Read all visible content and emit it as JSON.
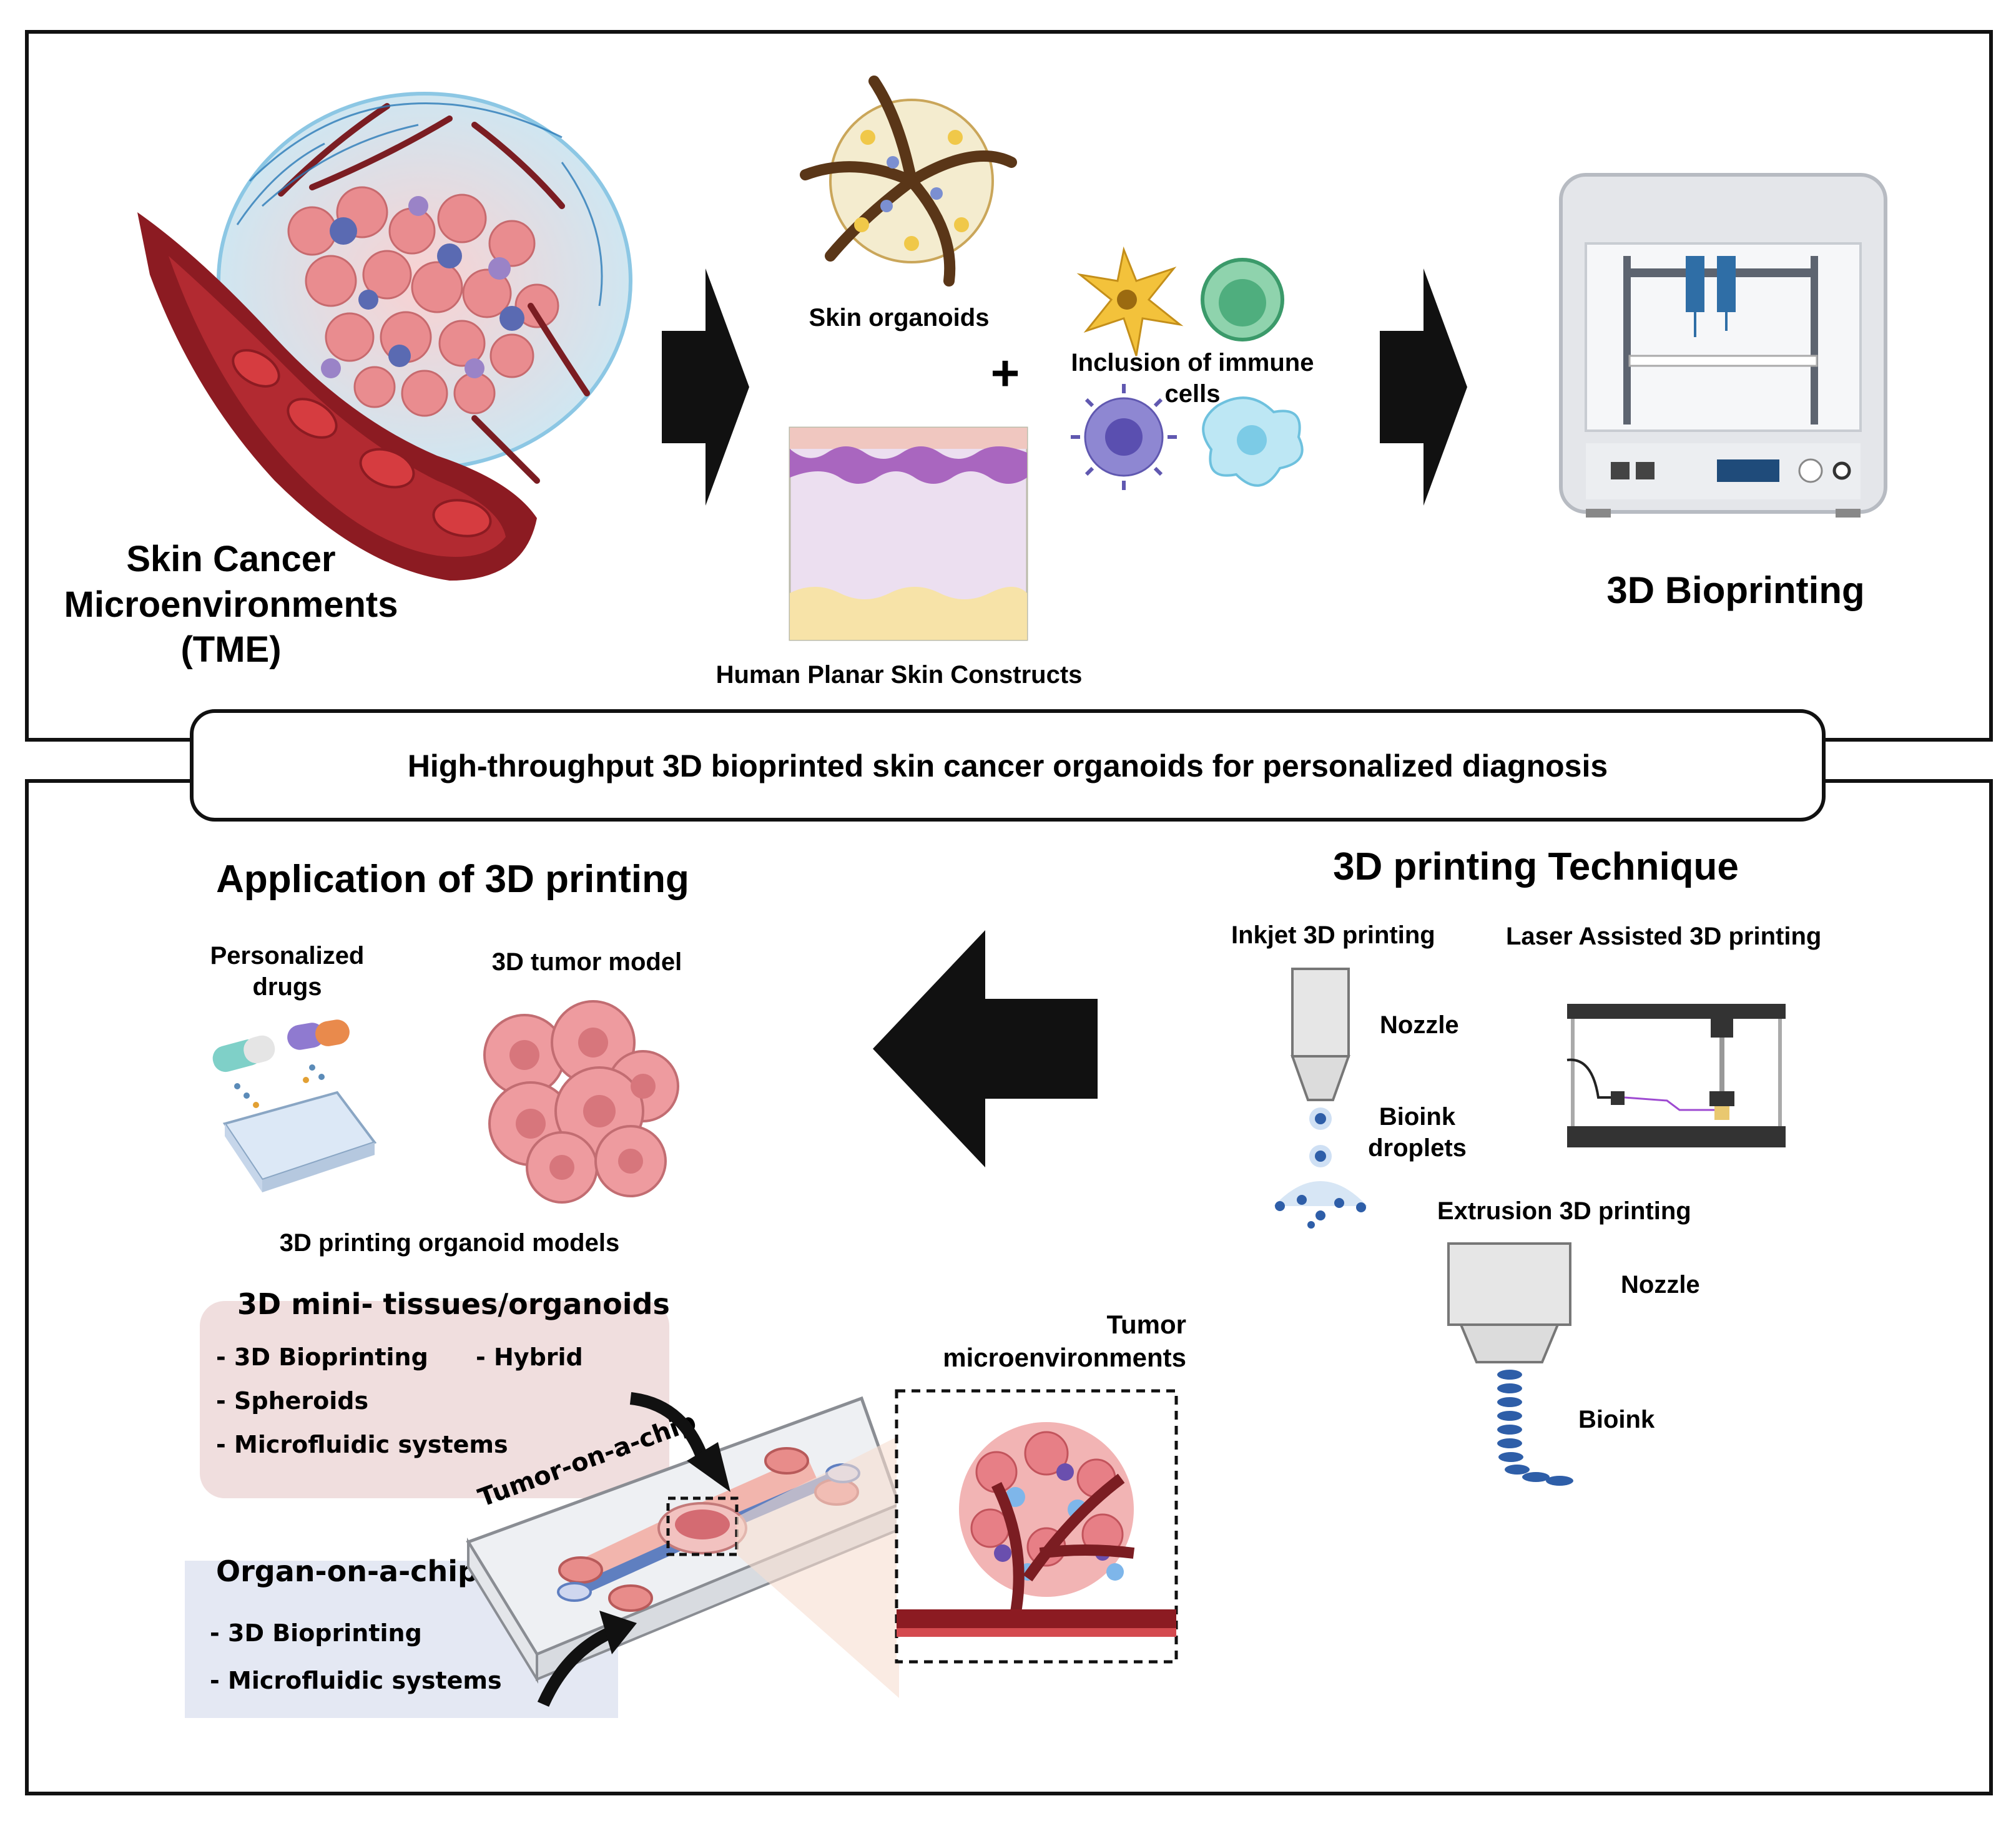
{
  "top": {
    "tme_title": [
      "Skin Cancer",
      "Microenvironments",
      "(TME)"
    ],
    "skin_organoids": "Skin organoids",
    "plus": "+",
    "immune_cells": [
      "Inclusion of immune",
      "cells"
    ],
    "planar_skin": "Human Planar Skin Constructs",
    "bioprinting": "3D Bioprinting"
  },
  "banner": "High-throughput 3D bioprinted skin cancer organoids for personalized diagnosis",
  "application": {
    "title": "Application of 3D printing",
    "personalized_drugs": [
      "Personalized",
      "drugs"
    ],
    "tumor_model": "3D tumor model",
    "organoid_models": "3D printing organoid models",
    "mini_tissues": {
      "title": "3D mini- tissues/organoids",
      "items": [
        "- 3D Bioprinting",
        "- Spheroids",
        "- Microfluidic systems",
        "- Hybrid"
      ]
    },
    "organ_on_chip": {
      "title": "Organ-on-a-chip",
      "items": [
        "- 3D Bioprinting",
        "- Microfluidic systems"
      ]
    },
    "tumor_on_chip": "Tumor-on-a-chip",
    "tumor_micro": [
      "Tumor",
      "microenvironments"
    ]
  },
  "technique": {
    "title": "3D printing Technique",
    "inkjet": "Inkjet 3D printing",
    "laser": "Laser Assisted 3D printing",
    "nozzle": "Nozzle",
    "bioink_droplets": [
      "Bioink",
      "droplets"
    ],
    "extrusion": "Extrusion 3D printing",
    "nozzle2": "Nozzle",
    "bioink": "Bioink"
  },
  "colors": {
    "border": "#111111",
    "tumor_pink": "#e8868a",
    "vessel_red": "#8c1b22",
    "skin_purple": "#b17ac4",
    "pink_box": "#f0dede",
    "blue_box": "#e4e8f3",
    "droplet_blue": "#2e5ea8"
  }
}
